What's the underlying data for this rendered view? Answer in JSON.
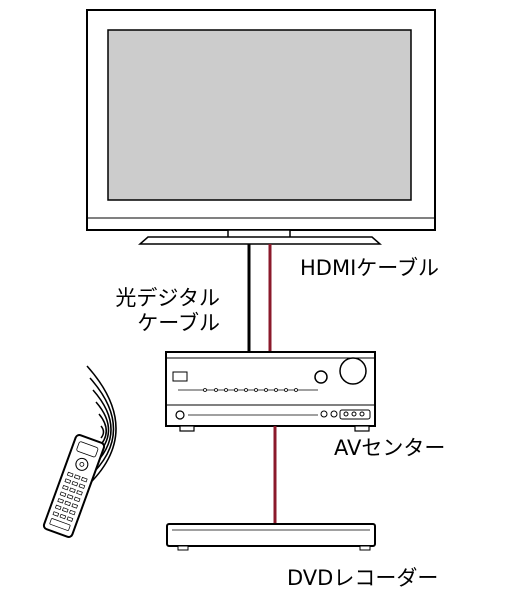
{
  "labels": {
    "hdmi_cable": "HDMIケーブル",
    "optical_cable_line1": "光デジタル",
    "optical_cable_line2": "ケーブル",
    "av_center": "AVセンター",
    "dvd_recorder": "DVDレコーダー"
  },
  "colors": {
    "outline": "#000000",
    "screen": "#cccccc",
    "hdmi_cable": "#8b1a2b",
    "optical_cable": "#000000"
  },
  "icons": [
    "tv-icon",
    "av-receiver-icon",
    "dvd-recorder-icon",
    "remote-control-icon",
    "signal-waves-icon"
  ]
}
